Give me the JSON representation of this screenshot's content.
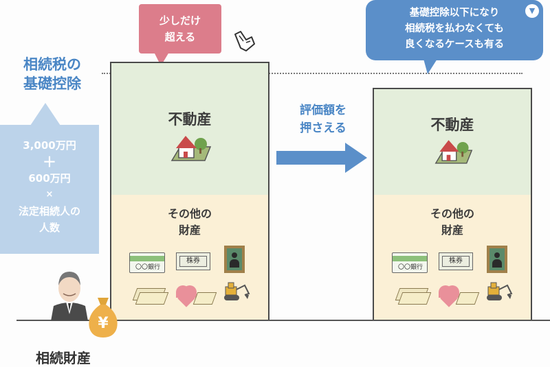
{
  "basis": {
    "label_line1": "相続税の",
    "label_line2": "基礎控除"
  },
  "basis_formula": {
    "line1": "3,000万円",
    "line2": "＋",
    "line3": "600万円",
    "line4": "×",
    "line5": "法定相続人の",
    "line6": "人数"
  },
  "callout_left": {
    "line1": "少しだけ",
    "line2": "超える"
  },
  "callout_right": {
    "line1": "基礎控除以下になり",
    "line2": "相続税を払わなくても",
    "line3": "良くなるケースも有る"
  },
  "arrow": {
    "line1": "評価額を",
    "line2": "押さえる"
  },
  "box_before": {
    "real_estate": "不動産",
    "other_line1": "その他の",
    "other_line2": "財産"
  },
  "box_after": {
    "real_estate": "不動産",
    "other_line1": "その他の",
    "other_line2": "財産"
  },
  "icons": {
    "bank_text": "〇〇銀行",
    "stock_text": "株券",
    "yen": "¥"
  },
  "bottom": {
    "title": "相続財産"
  },
  "colors": {
    "blue_accent": "#4a86c5",
    "pink": "#dc7d8b",
    "green_bg": "#e4eedb",
    "beige_bg": "#fbf0d6",
    "callout_blue": "#5b8fc9",
    "light_blue": "#bcd3ea"
  }
}
